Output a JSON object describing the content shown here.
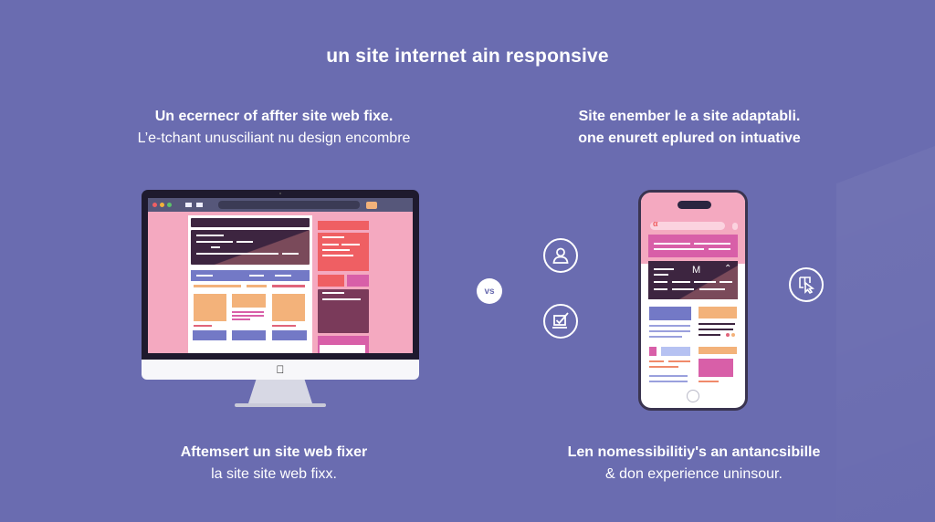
{
  "title": "un site internet ain responsive",
  "captions": {
    "top_left": {
      "line1": "Un ecernecr of affter site web fixe.",
      "line2": "L’e-tchant unusciliant nu design encombre"
    },
    "top_right": {
      "line1": "Site enember le a site adaptabli.",
      "line2": "one enurett eplured on intuative"
    },
    "bottom_left": {
      "line1": "Aftemsert un site web fixer",
      "line2": "la site site web fixx."
    },
    "bottom_right": {
      "line1": "Len nomessibilitiy's an antancsibille",
      "line2": "& don experience uninsour."
    }
  },
  "vs_label": "vs",
  "icons": {
    "user": "user-circle-icon",
    "checklist": "checkbox-laptop-icon",
    "touch": "touch-cursor-icon",
    "apple": "apple-logo-icon"
  },
  "colors": {
    "background": "#6a6cb0",
    "pink": "#f4a9c0",
    "coral": "#ef5f63",
    "plum": "#4a2a4a",
    "peach": "#f3b27a",
    "periwinkle": "#7379c6",
    "magenta": "#d85fa8"
  }
}
